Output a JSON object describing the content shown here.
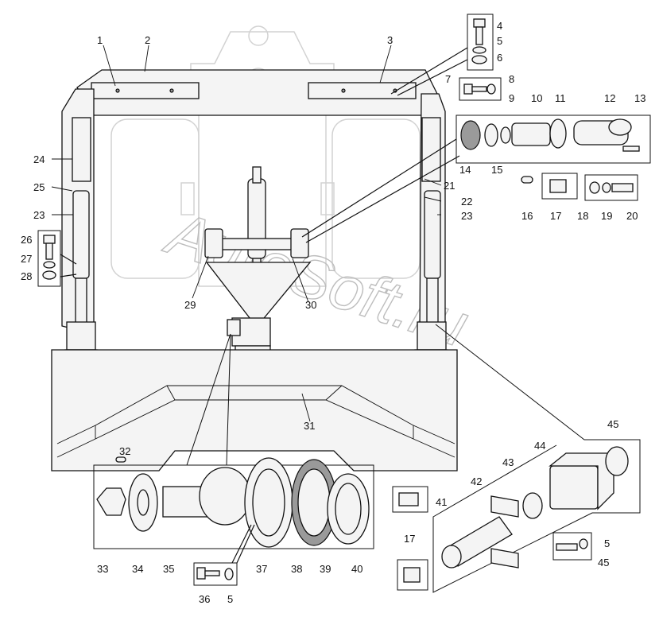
{
  "watermark": "AutoSoft.ru",
  "callouts": {
    "c1": "1",
    "c2": "2",
    "c3": "3",
    "c4": "4",
    "c5a": "5",
    "c6": "6",
    "c7": "7",
    "c8": "8",
    "c9": "9",
    "c10": "10",
    "c11": "11",
    "c12": "12",
    "c13": "13",
    "c14": "14",
    "c15": "15",
    "c16": "16",
    "c17a": "17",
    "c18": "18",
    "c19": "19",
    "c20": "20",
    "c21": "21",
    "c22": "22",
    "c23a": "23",
    "c23b": "23",
    "c24": "24",
    "c25": "25",
    "c26": "26",
    "c27": "27",
    "c28": "28",
    "c29": "29",
    "c30": "30",
    "c31": "31",
    "c32": "32",
    "c33": "33",
    "c34": "34",
    "c35": "35",
    "c36": "36",
    "c5b": "5",
    "c37": "37",
    "c38": "38",
    "c39": "39",
    "c40": "40",
    "c17b": "17",
    "c41": "41",
    "c42": "42",
    "c43": "43",
    "c44": "44",
    "c45a": "45",
    "c5c": "5",
    "c45b": "45"
  }
}
